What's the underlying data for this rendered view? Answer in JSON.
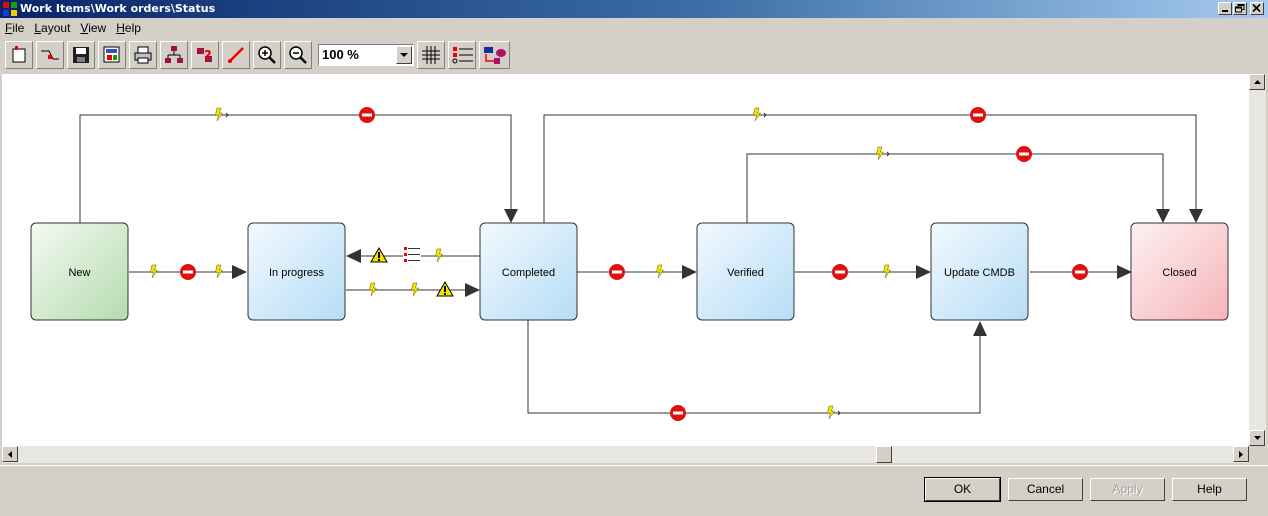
{
  "window": {
    "title": "Work Items\\Work orders\\Status"
  },
  "menu": {
    "file": {
      "first": "F",
      "rest": "ile"
    },
    "layout": {
      "first": "L",
      "rest": "ayout"
    },
    "view": {
      "first": "V",
      "rest": "iew"
    },
    "help": {
      "first": "H",
      "rest": "elp"
    }
  },
  "toolbar": {
    "zoom_value": "100 %",
    "icons": [
      "new-state-icon",
      "new-transition-icon",
      "save-icon",
      "properties-icon",
      "print-icon",
      "auto-layout-icon",
      "validate-icon",
      "delete-icon",
      "zoom-in-icon",
      "zoom-out-icon",
      "grid-icon",
      "legend-icon",
      "shapes-icon"
    ]
  },
  "diagram": {
    "states": {
      "new": {
        "label": "New",
        "fill": "#c8e6c4"
      },
      "in_progress": {
        "label": "In progress",
        "fill": "#cfe8f8"
      },
      "completed": {
        "label": "Completed",
        "fill": "#cfe8f8"
      },
      "verified": {
        "label": "Verified",
        "fill": "#cfe8f8"
      },
      "update_cmdb": {
        "label": "Update CMDB",
        "fill": "#cfe8f8"
      },
      "closed": {
        "label": "Closed",
        "fill": "#f8c8cc"
      }
    },
    "transition_marker_colors": {
      "stop": "#e01010",
      "trigger": "#f5e400",
      "warning": "#f5e400"
    }
  },
  "buttons": {
    "ok": "OK",
    "cancel": "Cancel",
    "apply": "Apply",
    "help": "Help"
  }
}
